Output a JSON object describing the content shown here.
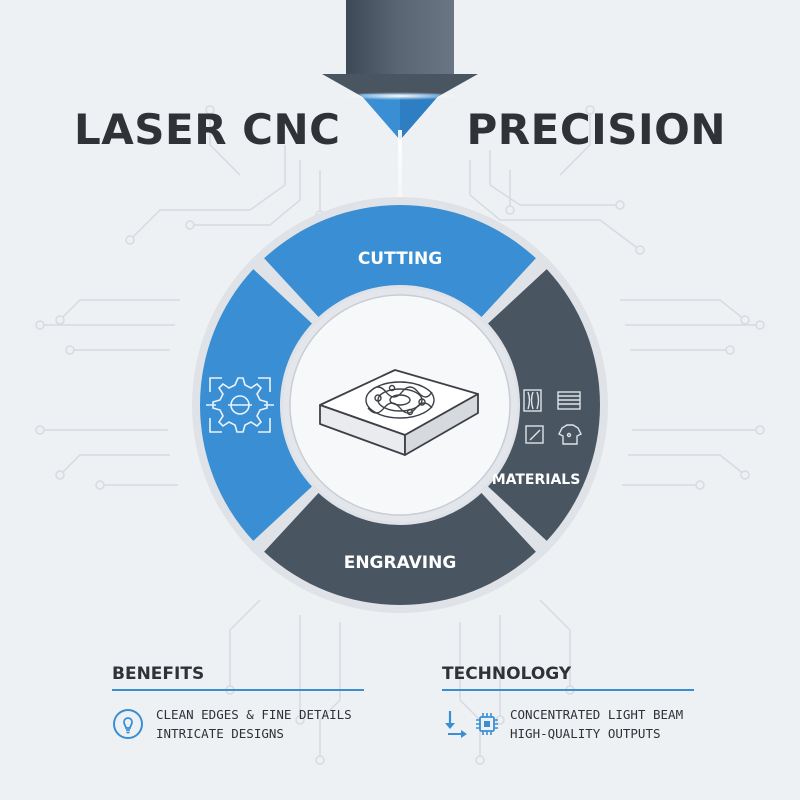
{
  "header": {
    "title_left": "LASER CNC",
    "title_right": "PRECISION"
  },
  "ring": {
    "segments": [
      {
        "key": "cutting",
        "label": "CUTTING",
        "color": "#3a8fd4"
      },
      {
        "key": "materials",
        "label": "MATERIALS",
        "color": "#4a5562"
      },
      {
        "key": "engraving",
        "label": "ENGRAVING",
        "color": "#4a5562"
      },
      {
        "key": "design",
        "label": "",
        "color": "#3a8fd4"
      }
    ]
  },
  "benefits": {
    "heading": "BENEFITS",
    "lines": [
      "CLEAN EDGES & FINE DETAILS",
      "INTRICATE DESIGNS"
    ],
    "icon": "lightbulb-icon"
  },
  "technology": {
    "heading": "TECHNOLOGY",
    "lines": [
      "CONCENTRATED LIGHT BEAM",
      "HIGH-QUALITY OUTPUTS"
    ],
    "icons": [
      "laser-arrow-icon",
      "chip-icon"
    ]
  },
  "colors": {
    "accent": "#3a8fd4",
    "dark": "#4a5562",
    "background": "#eef1f4"
  }
}
